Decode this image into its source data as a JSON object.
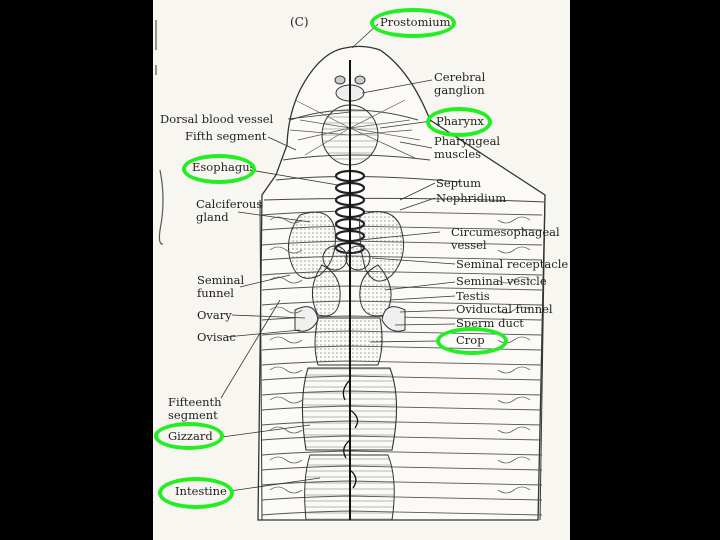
{
  "figure": {
    "panel_letter": "(C)",
    "highlight_color": "#22ee22",
    "labels": {
      "prostomium": "Prostomium",
      "cerebral_ganglion": "Cerebral\nganglion",
      "pharynx": "Pharynx",
      "pharyngeal_muscles": "Pharyngeal\nmuscles",
      "dorsal_blood_vessel": "Dorsal blood vessel",
      "fifth_segment": "Fifth segment",
      "esophagus": "Esophagus",
      "septum": "Septum",
      "nephridium": "Nephridium",
      "calciferous_gland": "Calciferous\ngland",
      "circumesophageal_vessel": "Circumesophageal\nvessel",
      "seminal_receptacle": "Seminal receptacle",
      "seminal_vesicle": "Seminal vesicle",
      "seminal_funnel": "Seminal\nfunnel",
      "testis": "Testis",
      "oviductal_funnel": "Oviductal funnel",
      "ovary": "Ovary",
      "sperm_duct": "Sperm duct",
      "ovisac": "Ovisac",
      "crop": "Crop",
      "fifteenth_segment": "Fifteenth\nsegment",
      "gizzard": "Gizzard",
      "intestine": "Intestine"
    }
  }
}
